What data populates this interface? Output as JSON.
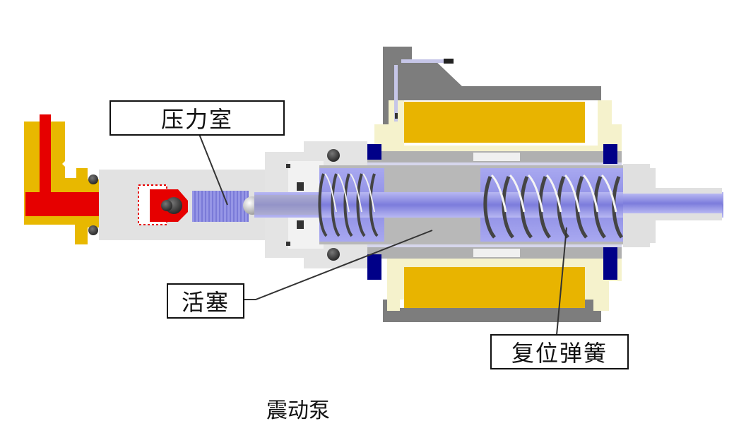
{
  "diagram": {
    "title": "震动泵",
    "labels": {
      "pressure_chamber": "压力室",
      "piston": "活塞",
      "return_spring": "复位弹簧"
    },
    "components": [
      {
        "id": "inlet-elbow-fitting",
        "color": "#e8b800"
      },
      {
        "id": "flow-channel",
        "color": "#e60000"
      },
      {
        "id": "pressure-chamber",
        "color": "#8a8ae0"
      },
      {
        "id": "check-valve-ball",
        "color": "#f2f2f2"
      },
      {
        "id": "piston",
        "color": "#9a9ae8"
      },
      {
        "id": "return-spring",
        "color": "#555566"
      },
      {
        "id": "solenoid-coil",
        "color": "#e8b400"
      },
      {
        "id": "coil-bobbin",
        "color": "#f5f2cc"
      },
      {
        "id": "magnetic-frame",
        "color": "#7a7a7a"
      },
      {
        "id": "end-washers",
        "color": "#000088"
      },
      {
        "id": "pump-body",
        "color": "#e2e2e2"
      },
      {
        "id": "outlet-nozzle",
        "color": "#dcdcdc"
      }
    ],
    "colors": {
      "brass": "#e8b800",
      "red": "#e60000",
      "body_gray": "#e0e0e0",
      "dark_gray": "#7d7d7d",
      "mid_gray": "#b0b0b0",
      "blue_fluid": "#8e8ee6",
      "coil_yellow": "#e8b400",
      "bobbin": "#f5f2cc",
      "navy": "#000088"
    }
  }
}
